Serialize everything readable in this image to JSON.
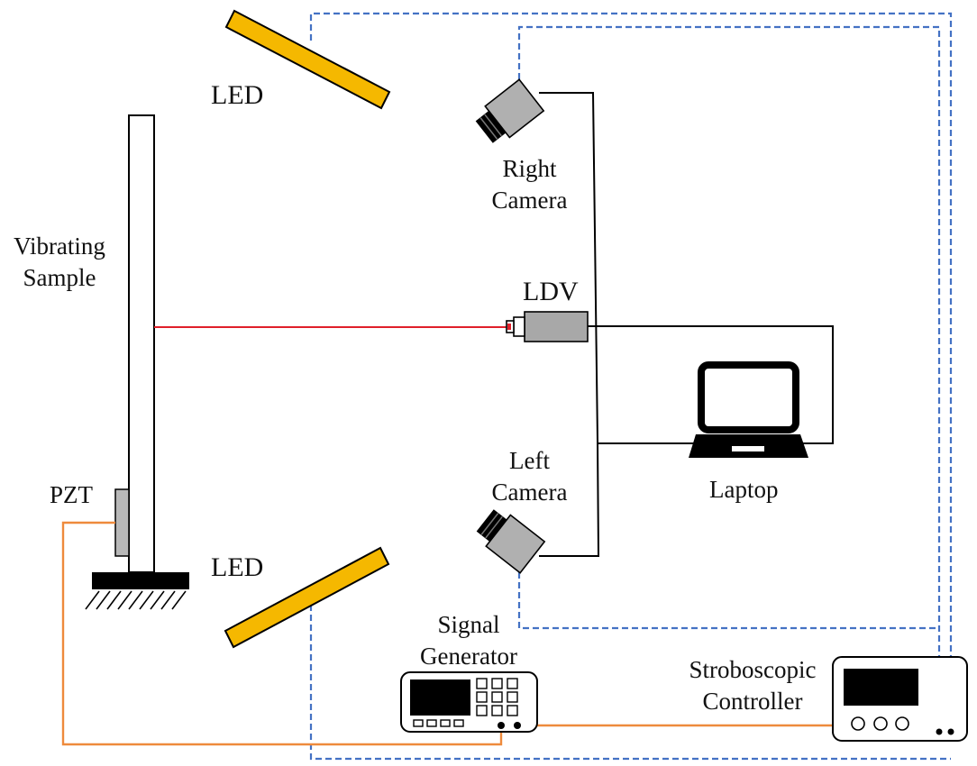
{
  "labels": {
    "led_top": "LED",
    "led_bottom": "LED",
    "right_camera_line1": "Right",
    "right_camera_line2": "Camera",
    "vibrating_line1": "Vibrating",
    "vibrating_line2": "Sample",
    "ldv": "LDV",
    "left_camera_line1": "Left",
    "left_camera_line2": "Camera",
    "laptop": "Laptop",
    "pzt": "PZT",
    "signal_line1": "Signal",
    "signal_line2": "Generator",
    "strobe_line1": "Stroboscopic",
    "strobe_line2": "Controller"
  },
  "colors": {
    "led_fill": "#F5B800",
    "laser": "#E0202A",
    "signal_cable": "#EE8A3C",
    "trigger_line": "#4472C4",
    "camera_body": "#B0B0B0",
    "ldv_body": "#A8A8A8",
    "pzt": "#B8B8B8",
    "base": "#000000"
  }
}
